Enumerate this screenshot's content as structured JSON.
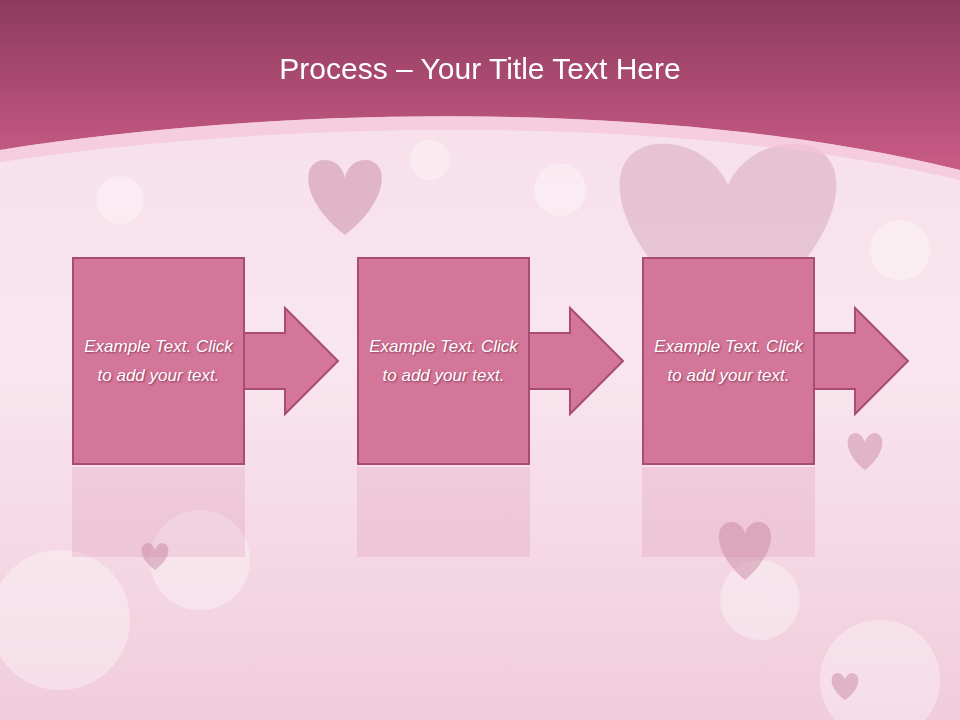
{
  "diagram": {
    "title": "Process – Your Title Text Here",
    "nodes": [
      {
        "text": [
          "Example Text. Click to add your text."
        ]
      },
      {
        "text": [
          "Example Text. Click to add your text."
        ]
      },
      {
        "text": [
          "Example Text. Click to add your text."
        ]
      }
    ],
    "edges": [
      {
        "from": 0,
        "to": 1,
        "arrow": "to"
      },
      {
        "from": 1,
        "to": 2,
        "arrow": "to"
      }
    ]
  }
}
